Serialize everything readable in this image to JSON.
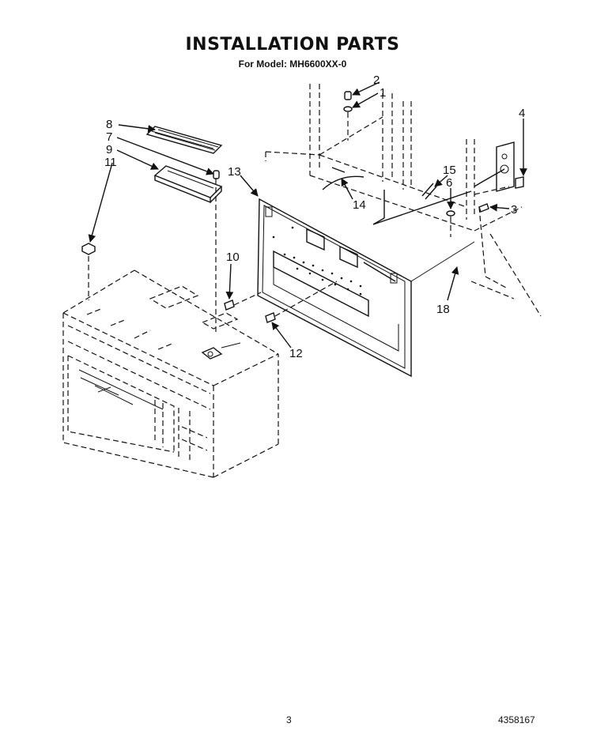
{
  "header": {
    "title": "INSTALLATION PARTS",
    "model_line": "For Model: MH6600XX-0"
  },
  "footer": {
    "page_number": "3",
    "document_number": "4358167"
  },
  "callouts": {
    "c1": "1",
    "c2": "2",
    "c3": "3",
    "c4": "4",
    "c6": "6",
    "c7": "7",
    "c8": "8",
    "c9": "9",
    "c10": "10",
    "c11": "11",
    "c12": "12",
    "c13": "13",
    "c14": "14",
    "c15": "15",
    "c18": "18"
  },
  "icons": {
    "arrow": "arrowhead-icon",
    "screw": "screw-icon"
  }
}
